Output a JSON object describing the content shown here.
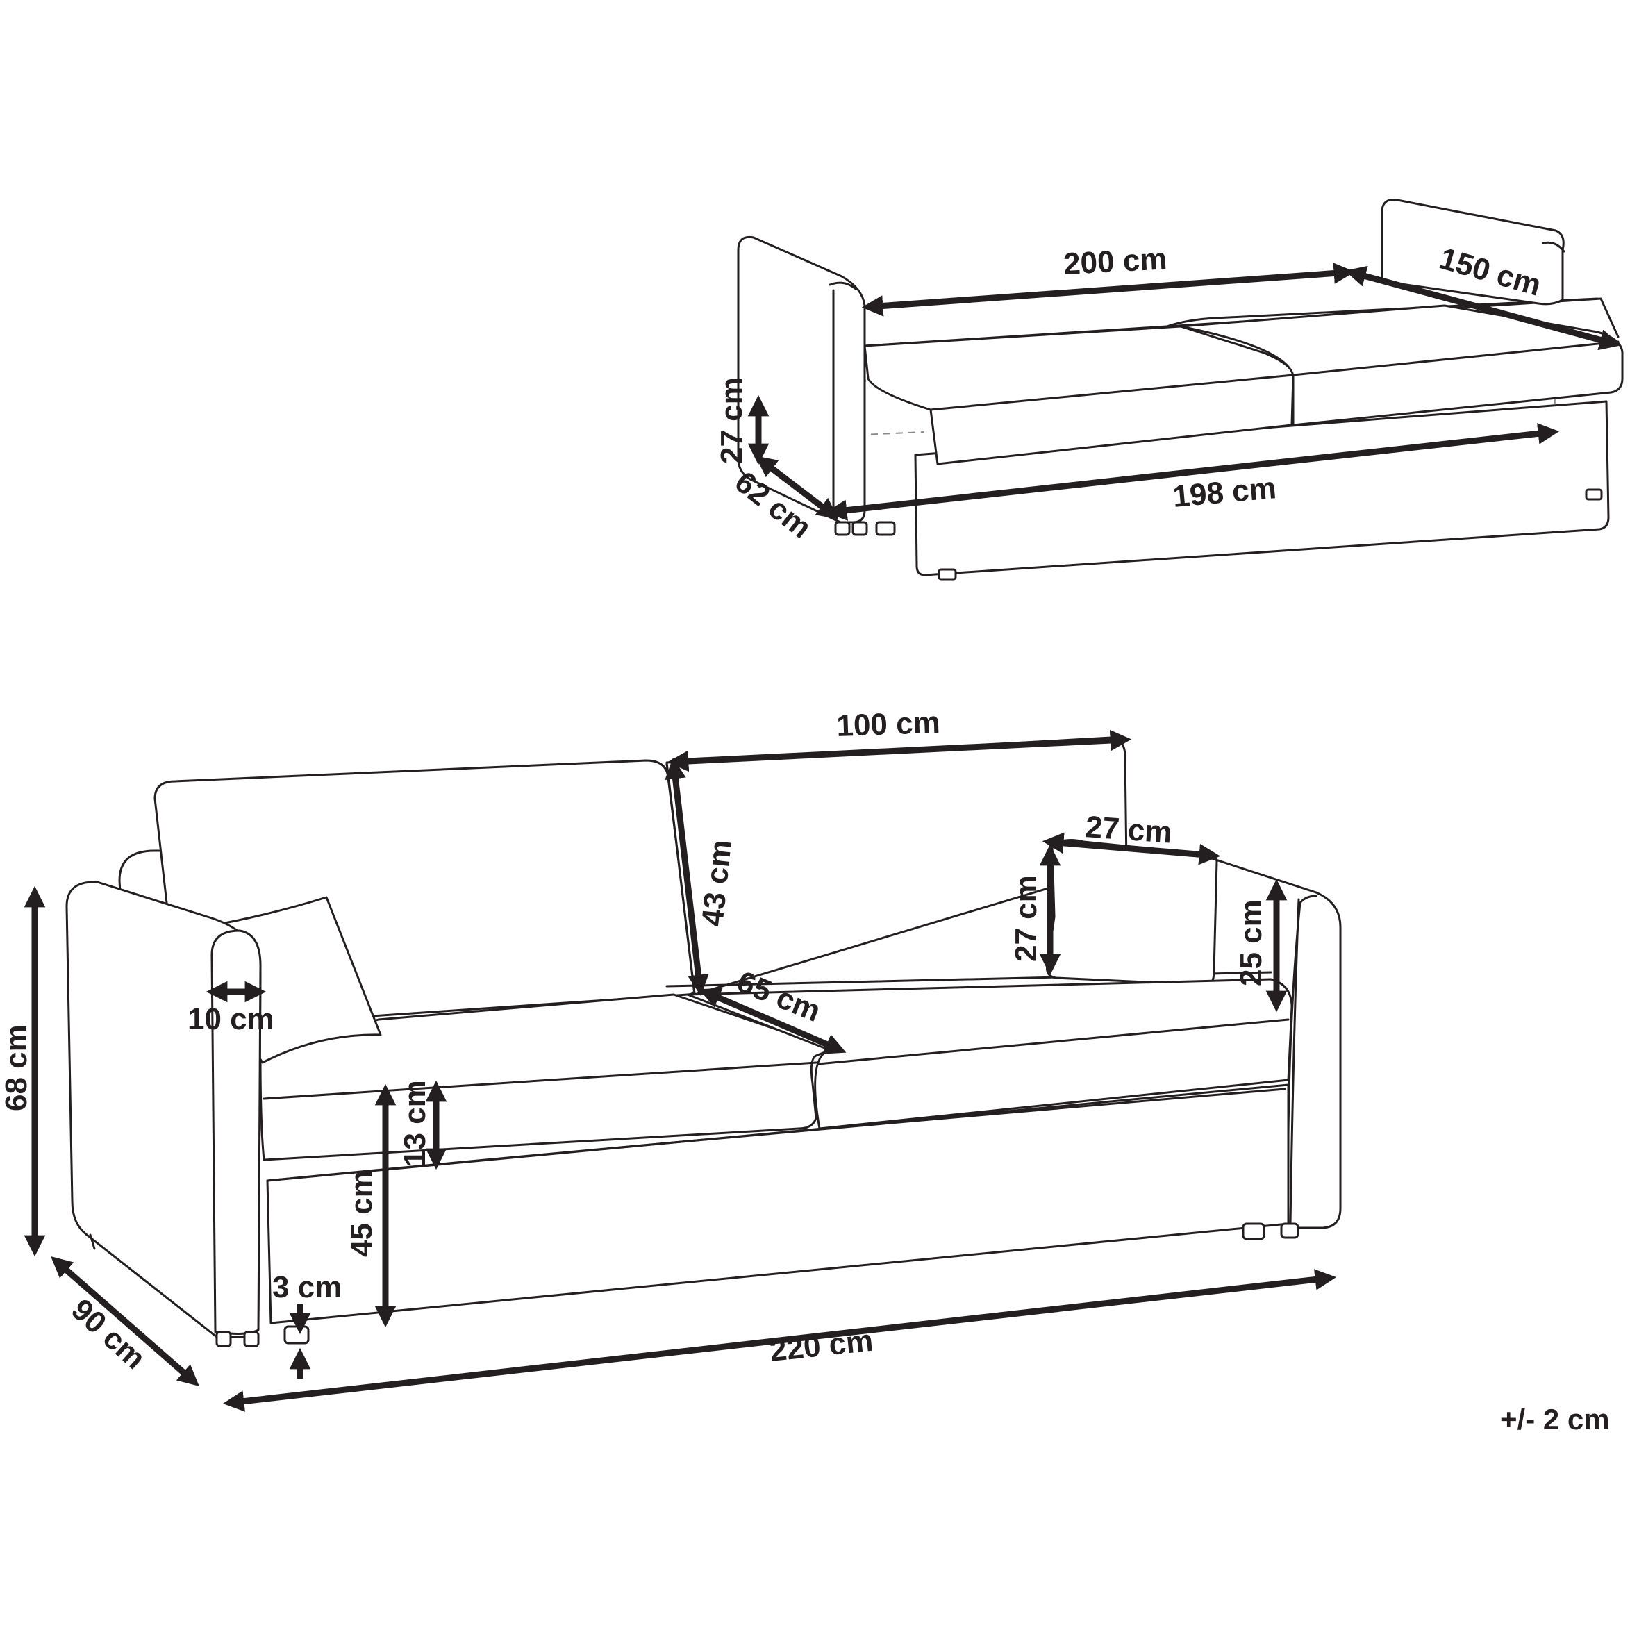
{
  "bed": {
    "length_label": "200 cm",
    "width_label": "150 cm",
    "base_height_label": "27 cm",
    "base_depth_label": "62 cm",
    "base_length_label": "198 cm"
  },
  "sofa": {
    "backrest_width_label": "100 cm",
    "backrest_height_label": "43 cm",
    "pillow_width_label": "27 cm",
    "pillow_height_label": "27 cm",
    "armrest_height_label": "25 cm",
    "armrest_width_label": "10 cm",
    "total_height_label": "68 cm",
    "seat_depth_label": "65 cm",
    "cushion_height_label": "13 cm",
    "seat_height_label": "45 cm",
    "leg_height_label": "3 cm",
    "depth_label": "90 cm",
    "length_label": "220 cm"
  },
  "tolerance_label": "+/- 2 cm",
  "colors": {
    "line": "#231f20",
    "hidden_line": "#8a8a8a",
    "background": "#ffffff"
  }
}
